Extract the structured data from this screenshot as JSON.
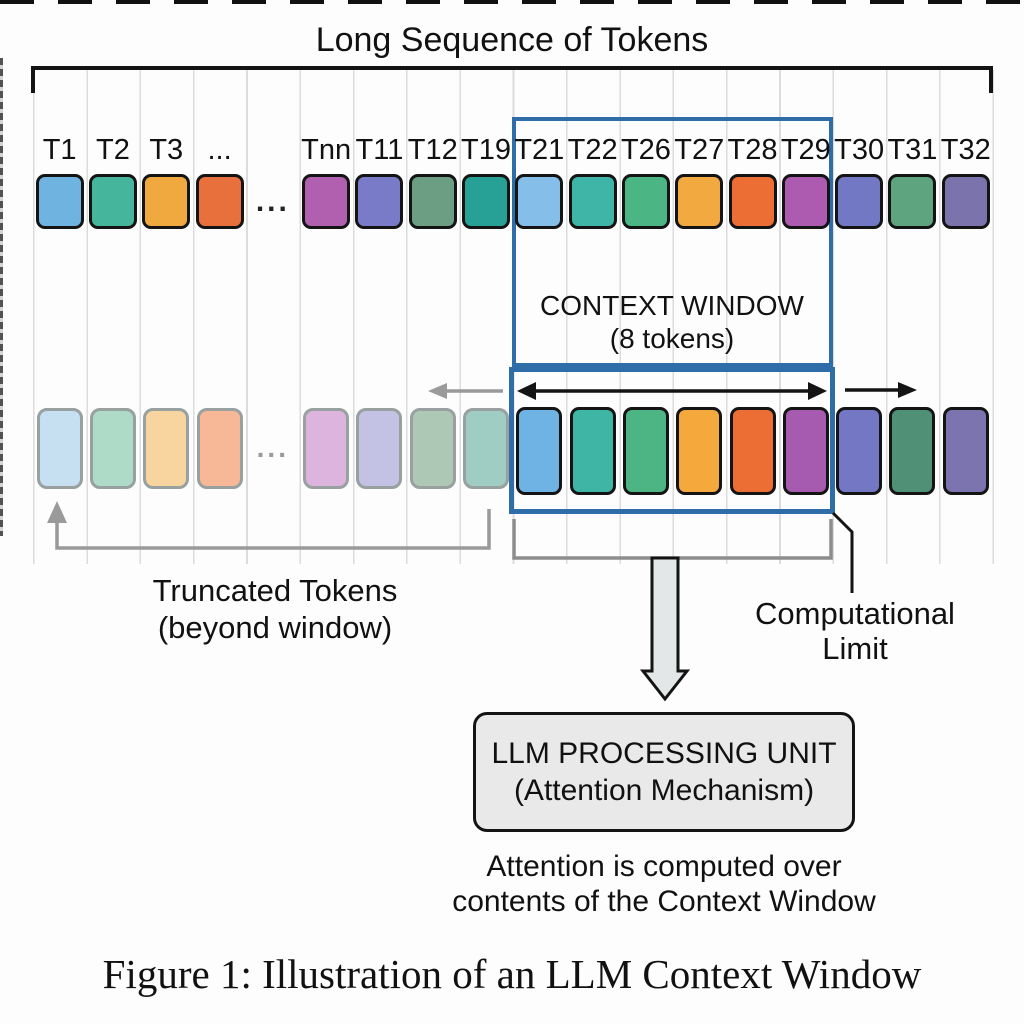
{
  "title": "Long Sequence of Tokens",
  "context_window": {
    "label": "CONTEXT WINDOW",
    "sublabel": "(8 tokens)"
  },
  "top_row": {
    "tokens": [
      {
        "label": "T1",
        "color": "#6fb4e0"
      },
      {
        "label": "T2",
        "color": "#45b69c"
      },
      {
        "label": "T3",
        "color": "#f0a93f"
      },
      {
        "label": "...",
        "color": "#e8703c"
      },
      {
        "gap_dots": "..."
      },
      {
        "label": "Tnn",
        "color": "#b060ae"
      },
      {
        "label": "T11",
        "color": "#7a7bc8"
      },
      {
        "label": "T12",
        "color": "#6b9e82"
      },
      {
        "label": "T19",
        "color": "#27a195"
      },
      {
        "label": "T21",
        "color": "#85bee8"
      },
      {
        "label": "T22",
        "color": "#3fb5a8"
      },
      {
        "label": "T26",
        "color": "#4bb583"
      },
      {
        "label": "T27",
        "color": "#f2a93f"
      },
      {
        "label": "T28",
        "color": "#ec6e35"
      },
      {
        "label": "T29",
        "color": "#ac5bb0"
      },
      {
        "label": "T30",
        "color": "#7278c4"
      },
      {
        "label": "T31",
        "color": "#5ea47e"
      },
      {
        "label": "T32",
        "color": "#7b74ac"
      }
    ]
  },
  "bottom_row": {
    "gap_dots": "...",
    "tokens": [
      {
        "color": "#c6dff1",
        "style": "faded"
      },
      {
        "color": "#aedac8",
        "style": "faded"
      },
      {
        "color": "#f8d49e",
        "style": "faded"
      },
      {
        "color": "#f6b896",
        "style": "faded"
      },
      {
        "style": "gap"
      },
      {
        "color": "#ddb4de",
        "style": "faded"
      },
      {
        "color": "#c3c2e4",
        "style": "faded"
      },
      {
        "color": "#adc9b5",
        "style": "faded"
      },
      {
        "color": "#9fccc3",
        "style": "faded"
      },
      {
        "color": "#6fb3e5",
        "style": "vivid"
      },
      {
        "color": "#3fb5a5",
        "style": "vivid"
      },
      {
        "color": "#4cb583",
        "style": "vivid"
      },
      {
        "color": "#f5a83c",
        "style": "vivid"
      },
      {
        "color": "#ec6e35",
        "style": "vivid"
      },
      {
        "color": "#a75bb0",
        "style": "vivid"
      },
      {
        "color": "#7377c4",
        "style": "vivid"
      },
      {
        "color": "#4f9077",
        "style": "vivid"
      },
      {
        "color": "#7b74ae",
        "style": "vivid"
      }
    ]
  },
  "labels": {
    "truncated": {
      "line1": "Truncated Tokens",
      "line2": "(beyond window)"
    },
    "computational": {
      "line1": "Computational",
      "line2": "Limit"
    },
    "attention": {
      "line1": "Attention is computed over",
      "line2": "contents of the Context Window"
    }
  },
  "processor": {
    "line1": "LLM PROCESSING UNIT",
    "line2": "(Attention Mechanism)"
  },
  "caption": "Figure 1: Illustration of an LLM Context Window",
  "colors": {
    "window_border": "#2e6da8",
    "ink": "#141414",
    "grid": "#dcdcdc",
    "gray_accent": "#9a9a9a",
    "arrow_fill": "#e4e7e7",
    "processor_fill": "#e9e9e9"
  }
}
